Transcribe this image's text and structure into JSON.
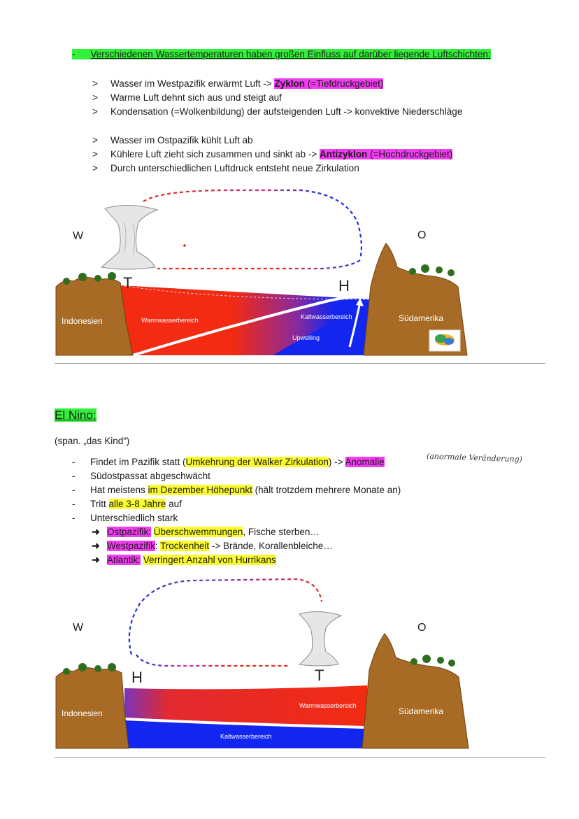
{
  "heading1": {
    "dash": "-",
    "text": "Verschiedenen Wassertemperaturen haben großen Einfluss auf darüber liegende Luftschichten:"
  },
  "group1": [
    {
      "marker": ">",
      "pre": "Wasser im Westpazifik erwärmt Luft -> ",
      "hl_bold": "Zyklon",
      "hl_rest": " (=Tiefdruckgebiet)"
    },
    {
      "marker": ">",
      "text": "Warme Luft dehnt sich aus und steigt auf"
    },
    {
      "marker": ">",
      "text": "Kondensation (=Wolkenbildung) der aufsteigenden Luft -> konvektive Niederschläge"
    }
  ],
  "group2": [
    {
      "marker": ">",
      "text": "Wasser im Ostpazifik kühlt Luft ab"
    },
    {
      "marker": ">",
      "pre": "Kühlere Luft zieht sich zusammen und sinkt ab -> ",
      "hl_bold": "Antizyklon",
      "hl_rest": " (=Hochdruckgebiet)"
    },
    {
      "marker": ">",
      "text": "Durch unterschiedlichen Luftdruck entsteht neue Zirkulation"
    }
  ],
  "diagram1": {
    "west": "W",
    "east": "O",
    "low": "T",
    "high": "H",
    "left_land": "Indonesien",
    "right_land": "Südamerika",
    "warm": "Warmwasserbereich",
    "cold": "Kaltwasserbereich",
    "upwelling": "Upwelling",
    "colors": {
      "warm": "#f22b12",
      "cold": "#1226f0",
      "land": "#a86b25"
    }
  },
  "section2": {
    "title": "El Nino:",
    "subtitle": "(span. „das Kind“)",
    "handwritten": "(anormale Veränderung)",
    "items": {
      "i1_pre": "Findet im Pazifik statt (",
      "i1_yel": "Umkehrung der Walker Zirkulation",
      "i1_mid": ") -> ",
      "i1_mag": "Anomalie",
      "i2": "Südostpassat abgeschwächt",
      "i3_pre": "Hat meistens ",
      "i3_yel": "im Dezember Höhepunkt",
      "i3_post": " (hält trotzdem mehrere Monate an)",
      "i4_pre": "Tritt ",
      "i4_yel": "alle 3-8 Jahre",
      "i4_post": " auf",
      "i5": "Unterschiedlich stark"
    },
    "arrows": {
      "a1_mag": "Ostpazifik:",
      "a1_yel": "Überschwemmungen",
      "a1_post": ", Fische sterben…",
      "a2_mag": "Westpazifik",
      "a2_colon": ":",
      "a2_yel": "Trockenheit",
      "a2_post": " -> Brände, Korallenbleiche…",
      "a3_mag": "Atlantik:",
      "a3_yel": "Verringert Anzahl von Hurrikans"
    }
  },
  "diagram2": {
    "west": "W",
    "east": "O",
    "high": "H",
    "low": "T",
    "left_land": "Indonesien",
    "right_land": "Südamerika",
    "warm": "Warmwasserbereich",
    "cold": "Kaltwasserbereich"
  }
}
